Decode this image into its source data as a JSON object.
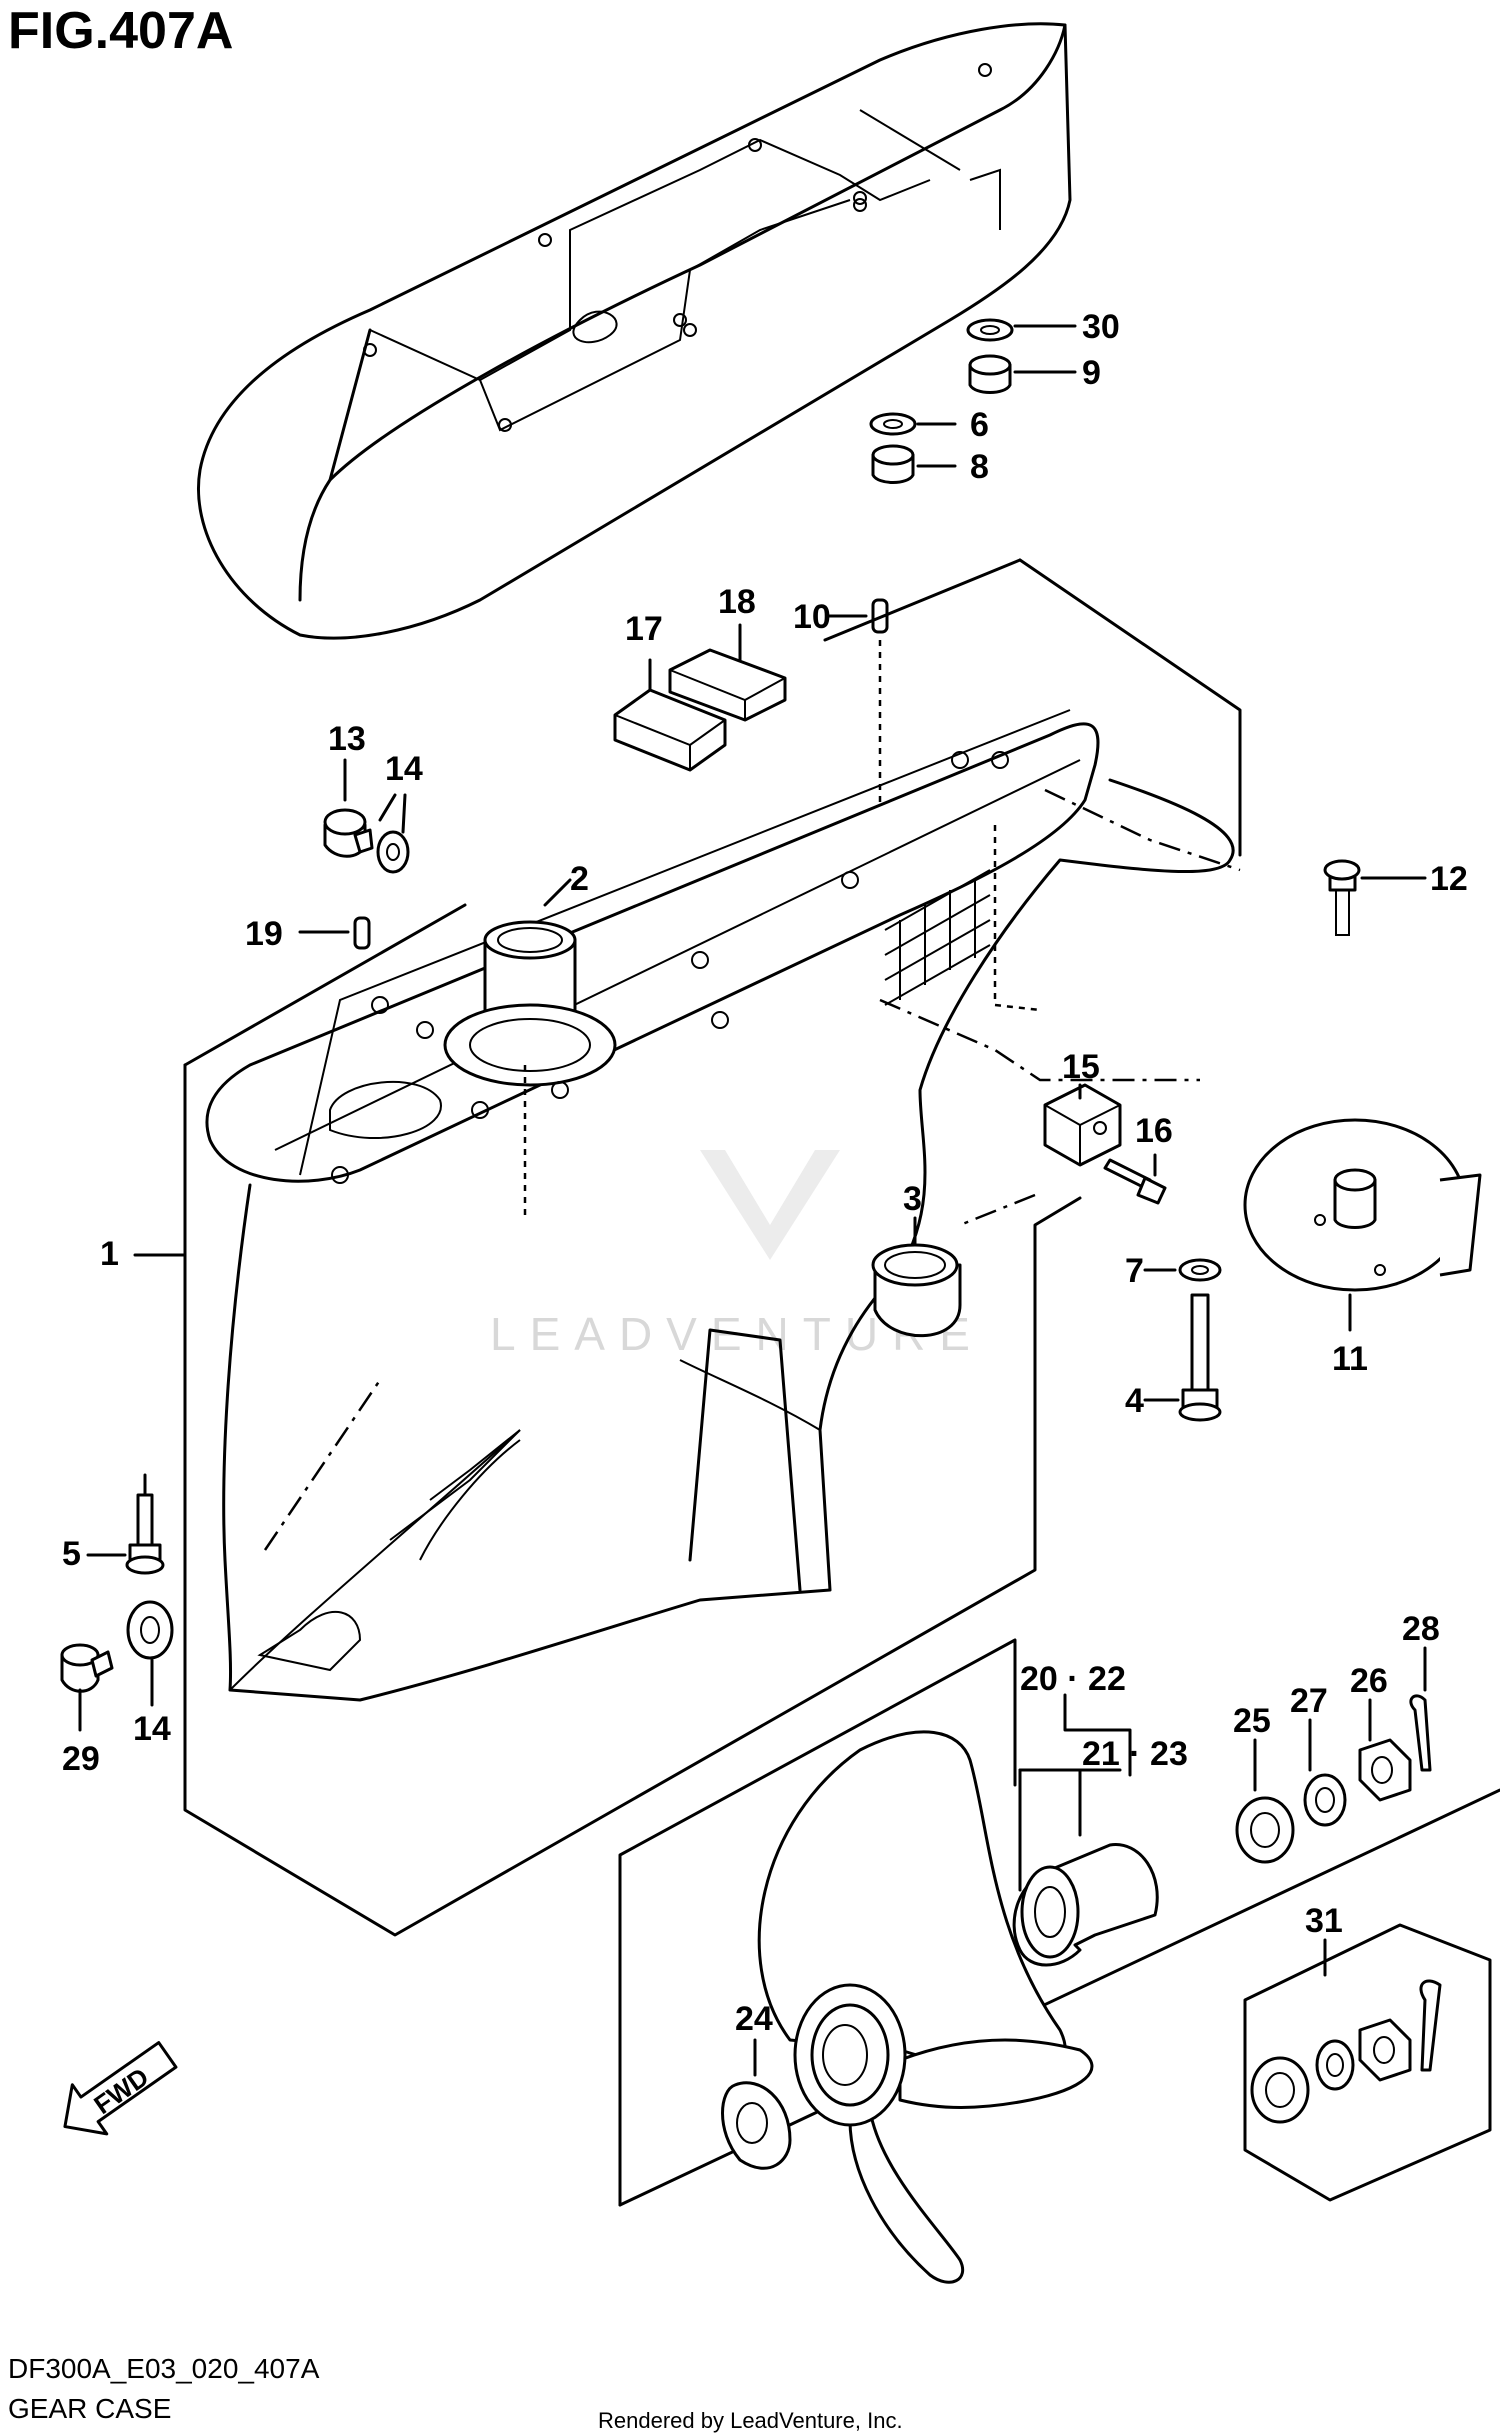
{
  "figure": {
    "title": "FIG.407A",
    "code": "DF300A_E03_020_407A",
    "name": "GEAR CASE",
    "credit": "Rendered by LeadVenture, Inc.",
    "watermark": "LEADVENTURE",
    "fwd_label": "FWD"
  },
  "callouts": {
    "c1": "1",
    "c2": "2",
    "c3": "3",
    "c4": "4",
    "c5": "5",
    "c6": "6",
    "c7": "7",
    "c8": "8",
    "c9": "9",
    "c10": "10",
    "c11": "11",
    "c12": "12",
    "c13": "13",
    "c14a": "14",
    "c14b": "14",
    "c15": "15",
    "c16": "16",
    "c17": "17",
    "c18": "18",
    "c19": "19",
    "c20": "20 · 22",
    "c21": "21 · 23",
    "c24": "24",
    "c25": "25",
    "c26": "26",
    "c27": "27",
    "c28": "28",
    "c29": "29",
    "c30": "30",
    "c31": "31"
  }
}
